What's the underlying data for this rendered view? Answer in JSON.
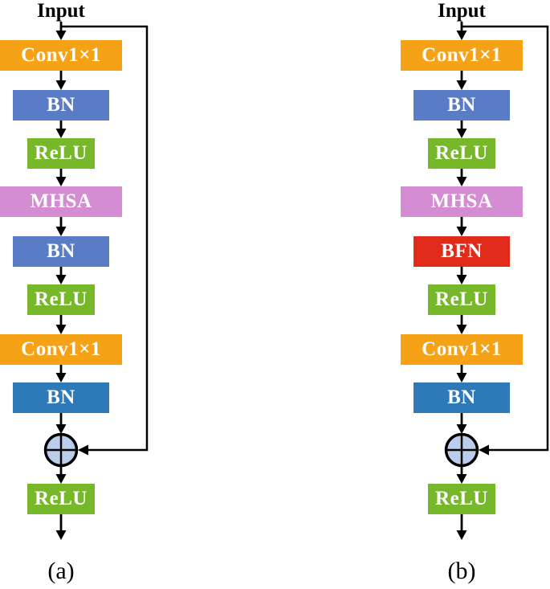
{
  "figure": {
    "type": "neural-network-block-diagram",
    "colors": {
      "conv": "#F5A216",
      "bn": "#5A7CC6",
      "bn_out": "#2E79B8",
      "relu": "#77B82A",
      "mhsa": "#D48CD3",
      "bfn": "#E02B1B",
      "sum_fill": "#BACDEB",
      "line": "#000000",
      "block_text": "#FFFFFF"
    },
    "diagrams": [
      {
        "id": "a",
        "input_label": "Input",
        "caption": "(a)",
        "sum_icon": "circle-plus-add-icon",
        "blocks": [
          {
            "label": "Conv1×1",
            "type": "conv"
          },
          {
            "label": "BN",
            "type": "bn"
          },
          {
            "label": "ReLU",
            "type": "relu"
          },
          {
            "label": "MHSA",
            "type": "mhsa"
          },
          {
            "label": "BN",
            "type": "bn"
          },
          {
            "label": "ReLU",
            "type": "relu"
          },
          {
            "label": "Conv1×1",
            "type": "conv"
          },
          {
            "label": "BN",
            "type": "bn_out"
          },
          {
            "label": "ReLU",
            "type": "relu"
          }
        ]
      },
      {
        "id": "b",
        "input_label": "Input",
        "caption": "(b)",
        "sum_icon": "circle-plus-add-icon",
        "blocks": [
          {
            "label": "Conv1×1",
            "type": "conv"
          },
          {
            "label": "BN",
            "type": "bn"
          },
          {
            "label": "ReLU",
            "type": "relu"
          },
          {
            "label": "MHSA",
            "type": "mhsa"
          },
          {
            "label": "BFN",
            "type": "bfn"
          },
          {
            "label": "ReLU",
            "type": "relu"
          },
          {
            "label": "Conv1×1",
            "type": "conv"
          },
          {
            "label": "BN",
            "type": "bn_out"
          },
          {
            "label": "ReLU",
            "type": "relu"
          }
        ]
      }
    ]
  }
}
